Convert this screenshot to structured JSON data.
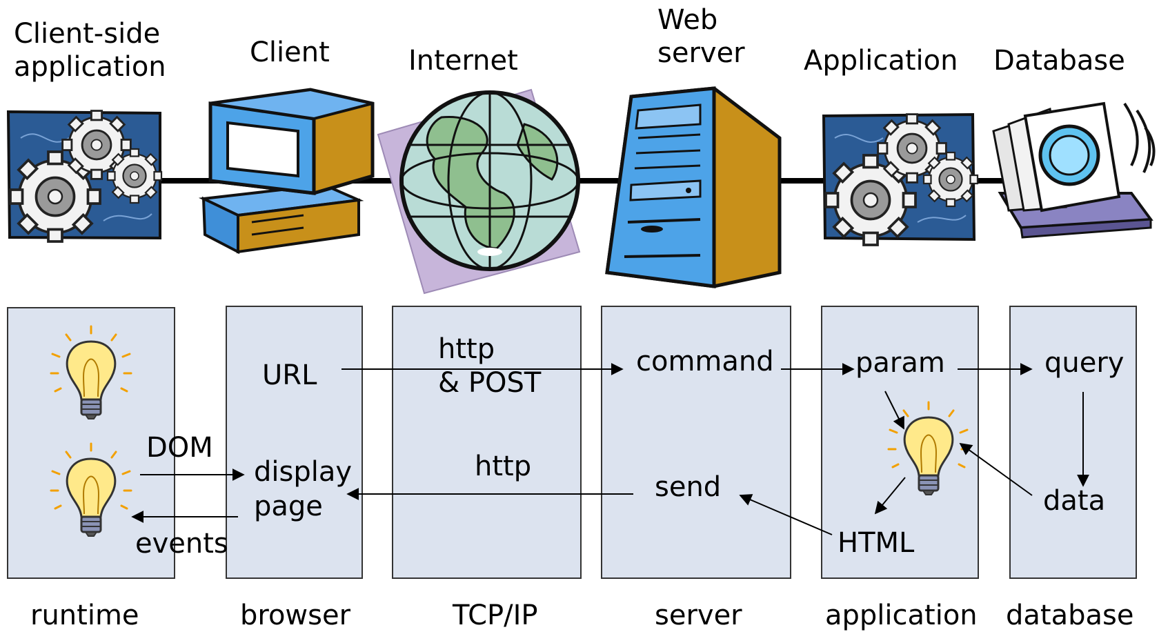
{
  "tiers": [
    {
      "title": "Client-side\napplication",
      "bottom_label": "runtime",
      "icon": "gears-icon"
    },
    {
      "title": "Client",
      "bottom_label": "browser",
      "icon": "desktop-computer-icon"
    },
    {
      "title": "Internet",
      "bottom_label": "TCP/IP",
      "icon": "globe-icon"
    },
    {
      "title": "Web\nserver",
      "bottom_label": "server",
      "icon": "server-tower-icon"
    },
    {
      "title": "Application",
      "bottom_label": "application",
      "icon": "gears-icon"
    },
    {
      "title": "Database",
      "bottom_label": "database",
      "icon": "database-files-icon"
    }
  ],
  "labels": {
    "url": "URL",
    "http_post_1": "http",
    "http_post_2": "& POST",
    "command": "command",
    "param": "param",
    "query": "query",
    "dom": "DOM",
    "display_page_1": "display",
    "display_page_2": "page",
    "events": "events",
    "http": "http",
    "send": "send",
    "data": "data",
    "html": "HTML"
  },
  "colors": {
    "box_fill": "#dce3ef",
    "box_stroke": "#333333",
    "panel_blue": "#2b5b95",
    "monitor_blue": "#4da3e8",
    "tower_gold": "#c8901a",
    "globe_green": "#8fbf8f",
    "bulb_yellow": "#ffe98a"
  }
}
